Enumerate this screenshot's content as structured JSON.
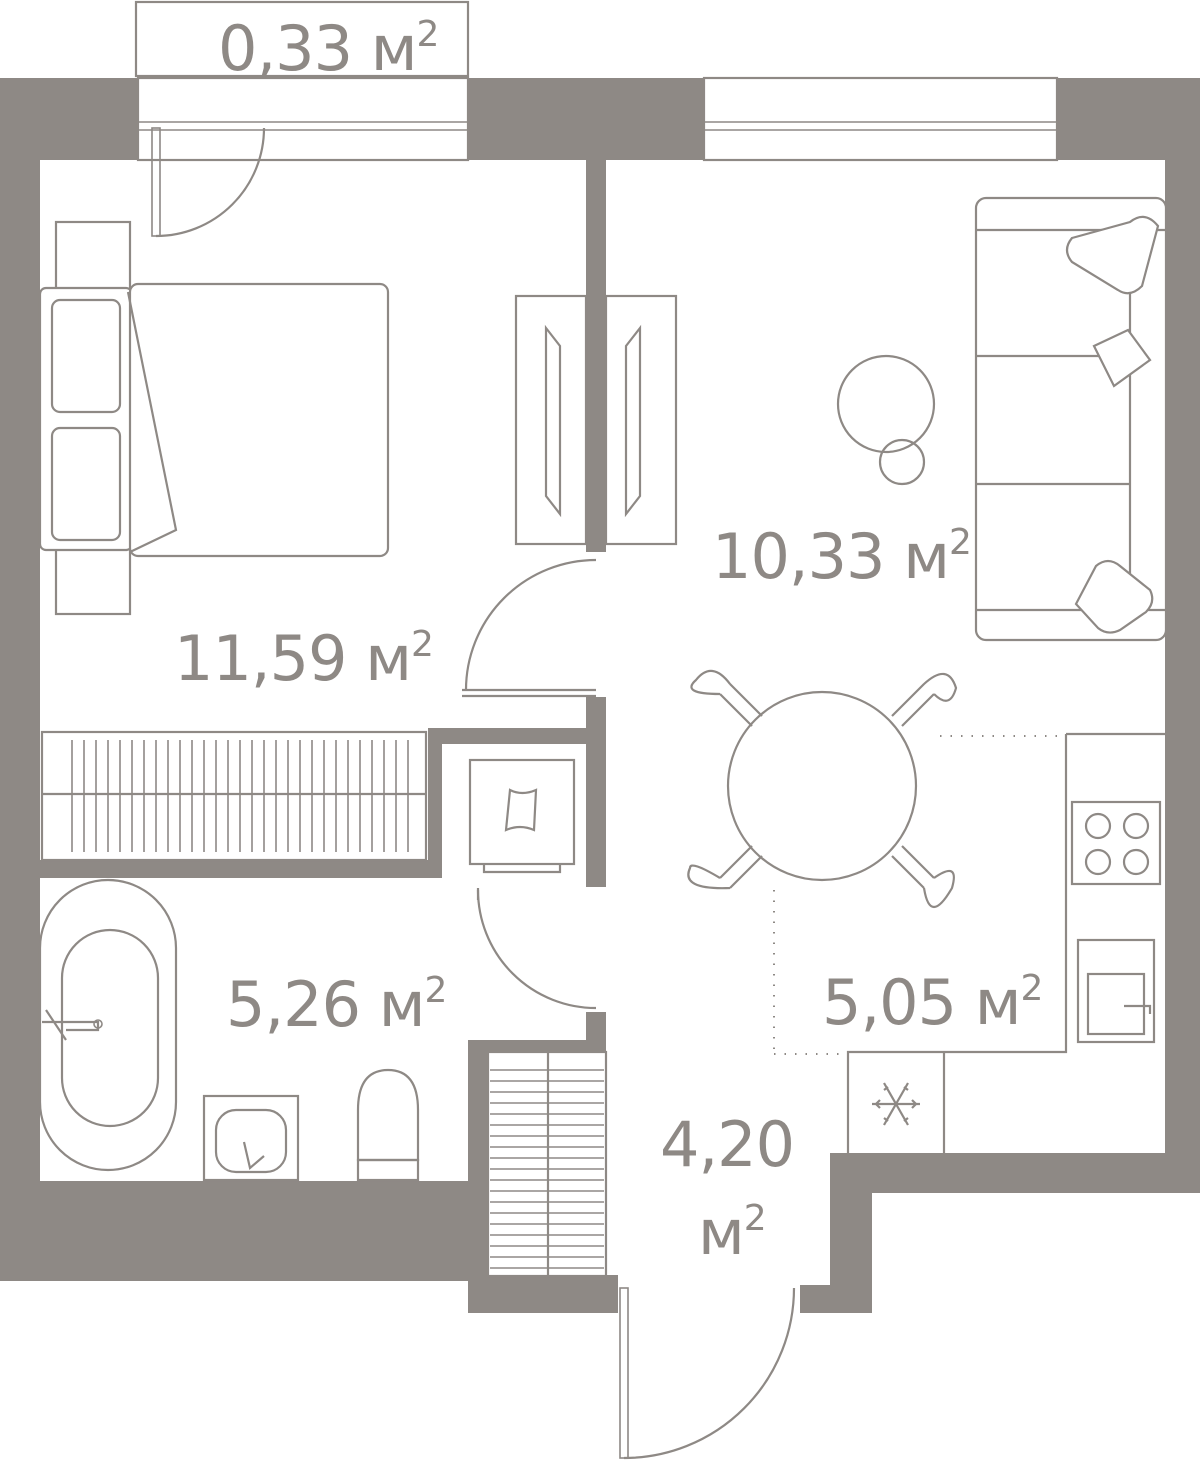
{
  "rooms": [
    {
      "id": "balcony",
      "area": "0,33",
      "unit": "м",
      "exp": "2"
    },
    {
      "id": "living",
      "area": "10,33",
      "unit": "м",
      "exp": "2"
    },
    {
      "id": "bedroom",
      "area": "11,59",
      "unit": "м",
      "exp": "2"
    },
    {
      "id": "bathroom",
      "area": "5,26",
      "unit": "м",
      "exp": "2"
    },
    {
      "id": "kitchen",
      "area": "5,05",
      "unit": "м",
      "exp": "2"
    },
    {
      "id": "hallway",
      "area": "4,20",
      "unit": "м",
      "exp": "2"
    }
  ],
  "colors": {
    "wall": "#8e8985",
    "background": "#ffffff"
  },
  "icons": [
    "snowflake-icon"
  ]
}
